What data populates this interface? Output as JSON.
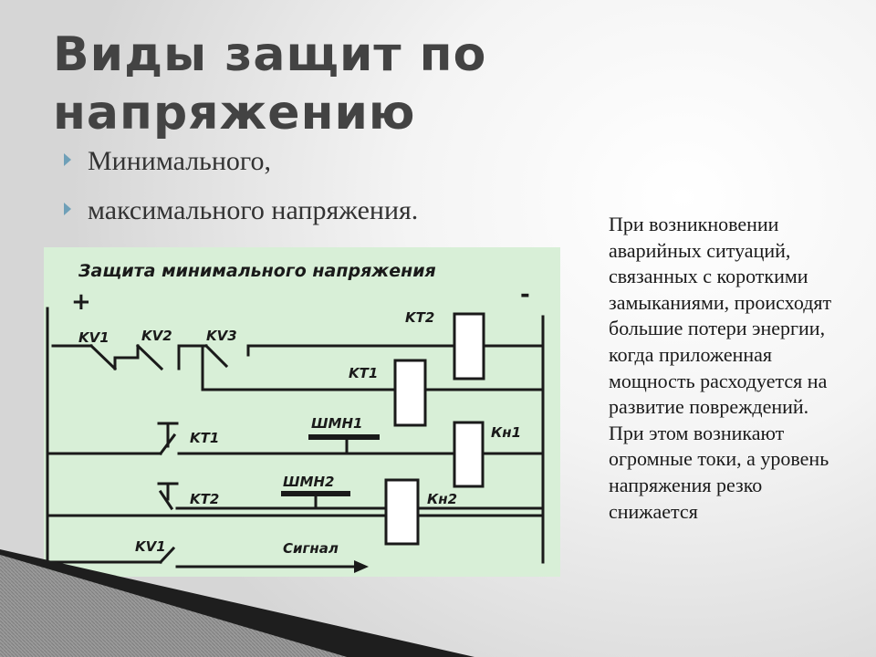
{
  "slide": {
    "title": "Виды защит по напряжению",
    "bullets": [
      "Минимального,",
      "максимального напряжения."
    ],
    "side_text": "При возникновении аварийных ситуаций, связанных с короткими замыканиями, происходят большие потери энергии, когда приложенная мощность расходуется на развитие повреждений. При этом возникают огромные токи, а уровень напряжения резко снижается"
  },
  "diagram": {
    "title": "Защита минимального напряжения",
    "plus": "+",
    "minus": "-",
    "labels": {
      "kv1_top": "KV1",
      "kv2": "KV2",
      "kv3": "KV3",
      "kt2_coil": "KT2",
      "kt1_coil": "KT1",
      "kt1_contact": "KT1",
      "shmn1": "ШМН1",
      "kn1": "Кн1",
      "kt2_contact": "KT2",
      "shmn2": "ШМН2",
      "kn2": "Кн2",
      "kv1_bottom": "KV1",
      "signal": "Сигнал"
    },
    "colors": {
      "background": "#d8efd7",
      "wire": "#1a1a1a",
      "coil": "#ffffff"
    }
  }
}
